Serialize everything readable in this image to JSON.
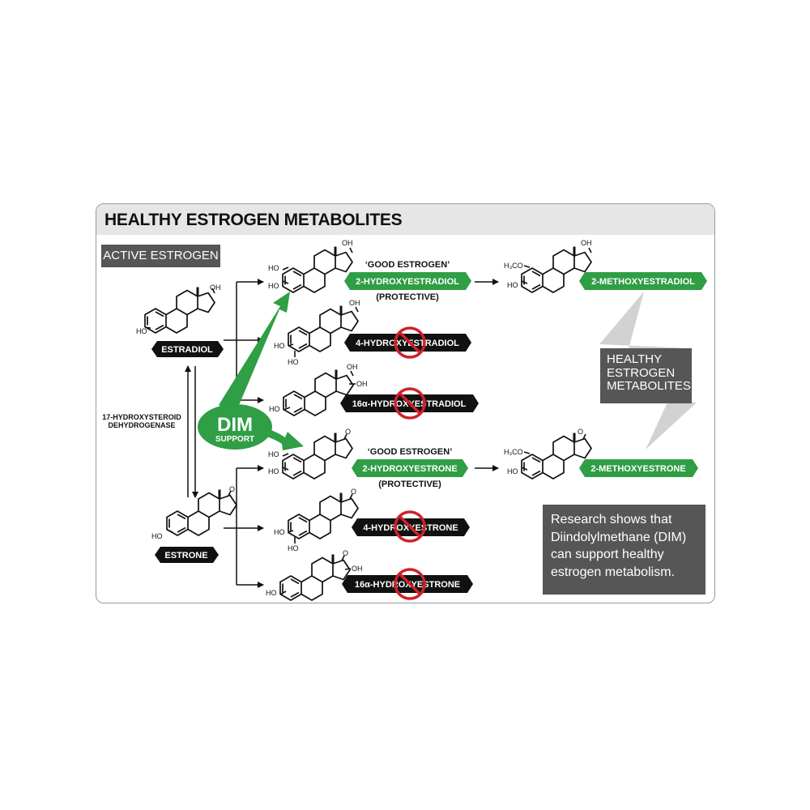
{
  "title": "HEALTHY ESTROGEN METABOLITES",
  "active_estrogen": "ACTIVE ESTROGEN",
  "enzyme": {
    "line1": "17-HYDROXYSTEROID",
    "line2": "DEHYDROGENASE"
  },
  "dim": {
    "main": "DIM",
    "sub": "SUPPORT"
  },
  "compounds": {
    "estradiol": "ESTRADIOL",
    "estrone": "ESTRONE",
    "hydroxyestradiol_2": "2-HYDROXYESTRADIOL",
    "hydroxyestradiol_4": "4-HYDROXYESTRADIOL",
    "hydroxyestradiol_16a": "16α-HYDROXYESTRADIOL",
    "hydroxyestrone_2": "2-HYDROXYESTRONE",
    "hydroxyestrone_4": "4-HYDROXYESTRONE",
    "hydroxyestrone_16a": "16α-HYDROXYESTRONE",
    "methoxyestradiol_2": "2-METHOXYESTRADIOL",
    "methoxyestrone_2": "2-METHOXYESTRONE"
  },
  "good_estrogen": "‘GOOD ESTROGEN’",
  "protective": "(PROTECTIVE)",
  "healthy_metabolites": "HEALTHY\nESTROGEN\nMETABOLITES",
  "research_note": "Research shows that Diindolylmethane (DIM) can support healthy estrogen metabolism.",
  "atoms": {
    "oh": "OH",
    "ho": "HO",
    "o": "O",
    "h3co": "H₃CO"
  },
  "colors": {
    "green": "#2f9e44",
    "dark": "#111111",
    "gray": "#565656",
    "light_gray": "#d2d2d2",
    "red": "#d0202a"
  }
}
